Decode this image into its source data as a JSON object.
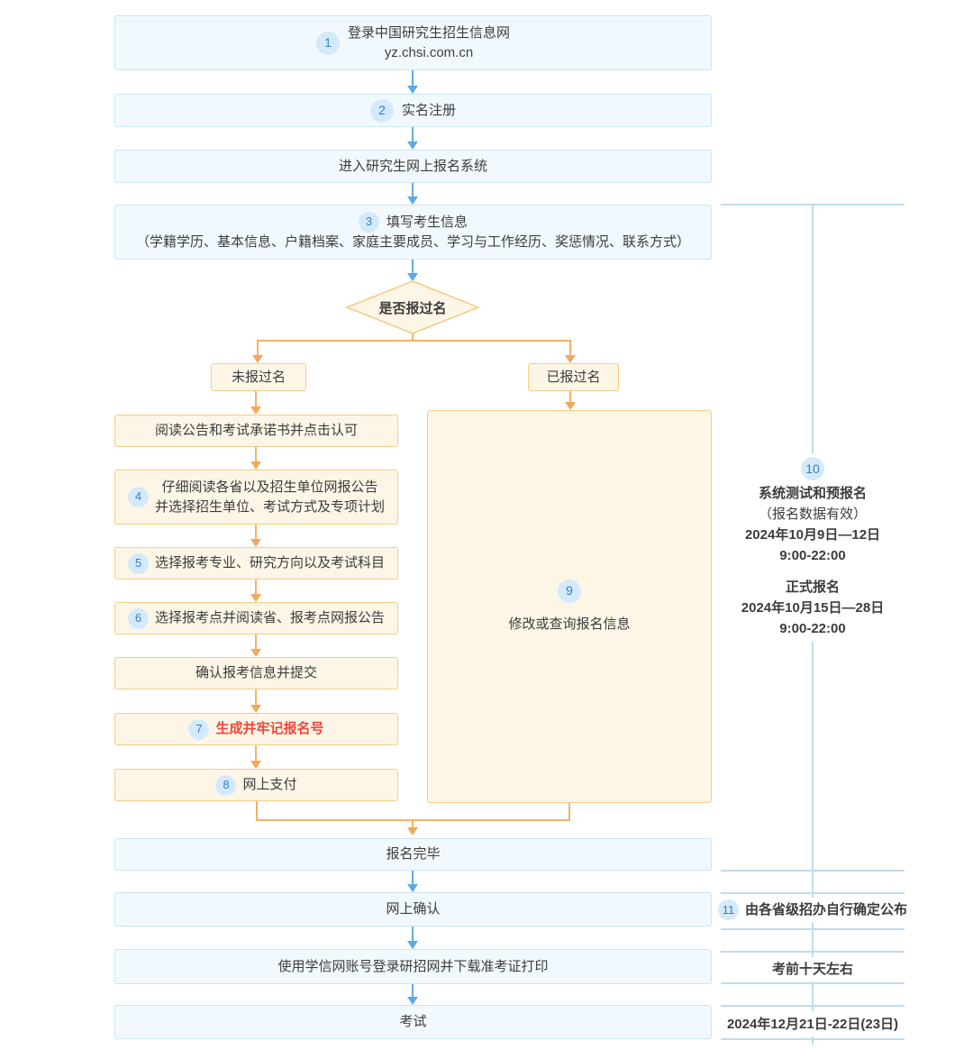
{
  "colors": {
    "blue_box_bg": "#f2f9fe",
    "blue_box_border": "#c7e5f6",
    "cream_box_bg": "#fdf6e7",
    "cream_box_border": "#f8cc85",
    "badge_bg": "#d4eafa",
    "badge_text": "#2f7fd1",
    "blue_arrow": "#5fa9e6",
    "orange_arrow": "#f2a85c",
    "red_text": "#f4453a",
    "body_text": "#3c3c3c",
    "sidebar_line": "#bedcf0"
  },
  "nodes": {
    "login": {
      "badge": "1",
      "title": "登录中国研究生招生信息网",
      "subtitle": "yz.chsi.com.cn"
    },
    "register": {
      "badge": "2",
      "label": "实名注册"
    },
    "enter_system": {
      "label": "进入研究生网上报名系统"
    },
    "fill_info": {
      "badge": "3",
      "title": "填写考生信息",
      "subtitle": "（学籍学历、基本信息、户籍档案、家庭主要成员、学习与工作经历、奖惩情况、联系方式）"
    },
    "decision": {
      "label": "是否报过名"
    },
    "branch_no": {
      "label": "未报过名"
    },
    "branch_yes": {
      "label": "已报过名"
    },
    "read_notice": {
      "label": "阅读公告和考试承诺书并点击认可"
    },
    "read_province": {
      "badge": "4",
      "line1": "仔细阅读各省以及招生单位网报公告",
      "line2": "并选择招生单位、考试方式及专项计划"
    },
    "choose_major": {
      "badge": "5",
      "label": "选择报考专业、研究方向以及考试科目"
    },
    "choose_point": {
      "badge": "6",
      "label": "选择报考点并阅读省、报考点网报公告"
    },
    "confirm_submit": {
      "label": "确认报考信息并提交"
    },
    "generate_id": {
      "badge": "7",
      "label": "生成并牢记报名号"
    },
    "pay_online": {
      "badge": "8",
      "label": "网上支付"
    },
    "modify_query": {
      "badge": "9",
      "label": "修改或查询报名信息"
    },
    "complete": {
      "label": "报名完毕"
    },
    "online_confirm": {
      "label": "网上确认"
    },
    "download_ticket": {
      "label": "使用学信网账号登录研招网并下载准考证打印"
    },
    "exam": {
      "label": "考试"
    }
  },
  "sidebar": {
    "phase10": {
      "badge": "10",
      "pre_title": "系统测试和预报名",
      "pre_note": "（报名数据有效）",
      "pre_date": "2024年10月9日—12日",
      "pre_time": "9:00-22:00",
      "formal_title": "正式报名",
      "formal_date": "2024年10月15日—28日",
      "formal_time": "9:00-22:00"
    },
    "phase11": {
      "badge": "11",
      "label": "由各省级招办自行确定公布"
    },
    "ticket_note": {
      "label": "考前十天左右"
    },
    "exam_date": {
      "label": "2024年12月21日-22日(23日)"
    }
  }
}
